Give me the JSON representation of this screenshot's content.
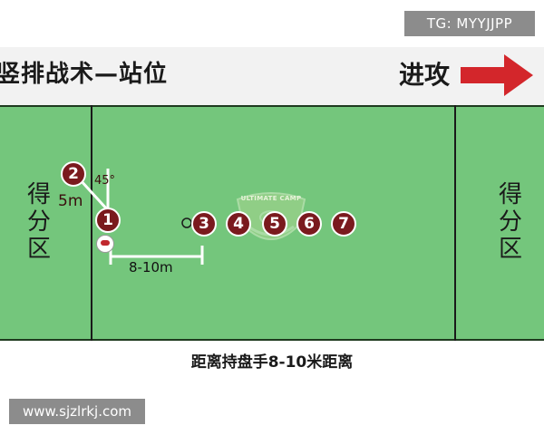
{
  "badge": {
    "text": "TG: MYYJJPP"
  },
  "header": {
    "title": "竖排战术—站位",
    "direction_label": "进攻"
  },
  "field": {
    "left_endzone": "得分区",
    "right_endzone": "得分区"
  },
  "players": [
    "1",
    "2",
    "3",
    "4",
    "5",
    "6",
    "7"
  ],
  "measurements": {
    "angle": "45°",
    "short_distance": "5m",
    "long_distance": "8-10m"
  },
  "logo": {
    "text": "ULTIMATE CAMP"
  },
  "caption": "距离持盘手8-10米距离",
  "watermark": "www.sjzlrkj.com",
  "colors": {
    "field": "#74c67c",
    "player": "#7a1a1e",
    "arrow": "#d3262b"
  }
}
